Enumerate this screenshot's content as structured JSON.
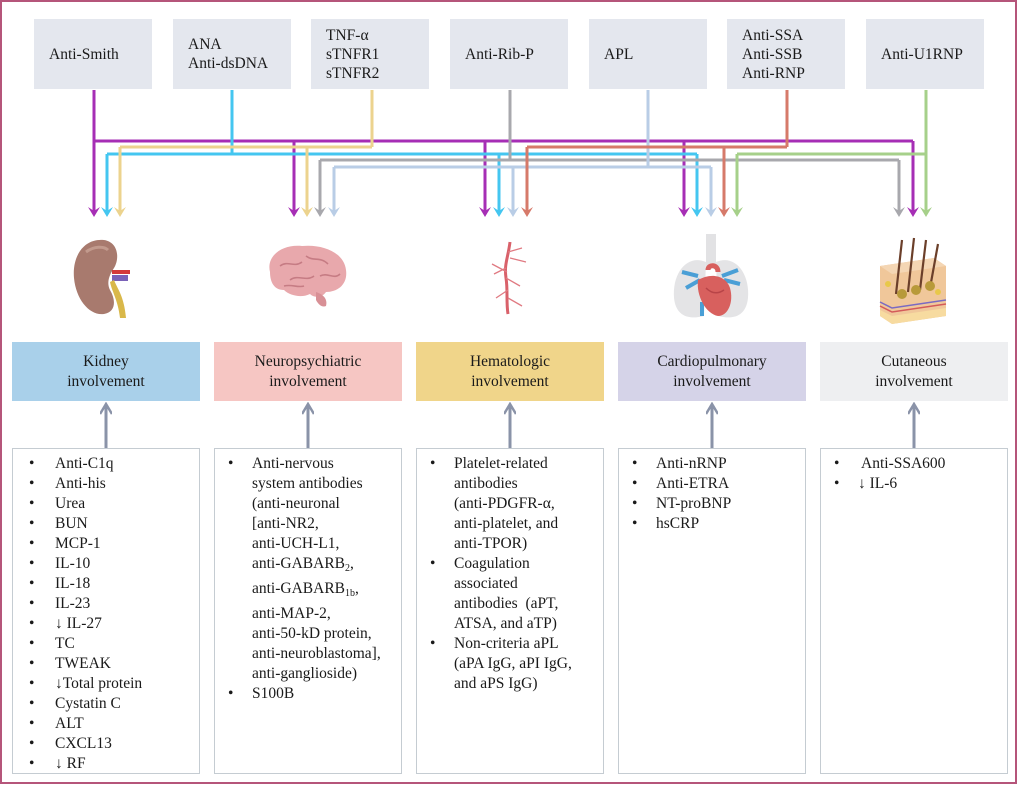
{
  "markers": [
    {
      "id": "anti-smith",
      "lines": [
        "Anti-Smith"
      ],
      "color": "#a62eb5"
    },
    {
      "id": "ana",
      "lines": [
        "ANA",
        "Anti-dsDNA"
      ],
      "color": "#44c6f0"
    },
    {
      "id": "tnf",
      "lines": [
        "TNF-α",
        "sTNFR1",
        "sTNFR2"
      ],
      "color": "#ecd38e"
    },
    {
      "id": "anti-rib-p",
      "lines": [
        "Anti-Rib-P"
      ],
      "color": "#a8a8ad"
    },
    {
      "id": "apl",
      "lines": [
        "APL"
      ],
      "color": "#b9cde6"
    },
    {
      "id": "anti-ssa",
      "lines": [
        "Anti-SSA",
        "Anti-SSB",
        "Anti-RNP"
      ],
      "color": "#d67a6a"
    },
    {
      "id": "anti-u1rnp",
      "lines": [
        "Anti-U1RNP"
      ],
      "color": "#a6d08a"
    }
  ],
  "categories": [
    {
      "id": "kidney",
      "line1": "Kidney",
      "line2": "involvement",
      "color": "#a9d0ea",
      "icon": "kidney-icon"
    },
    {
      "id": "neuro",
      "line1": "Neuropsychiatric",
      "line2": "involvement",
      "color": "#f6c6c3",
      "icon": "brain-icon"
    },
    {
      "id": "hemato",
      "line1": "Hematologic",
      "line2": "involvement",
      "color": "#f0d58a",
      "icon": "blood-vessel-icon"
    },
    {
      "id": "cardio",
      "line1": "Cardiopulmonary",
      "line2": "involvement",
      "color": "#d5d3e8",
      "icon": "heart-lungs-icon"
    },
    {
      "id": "cutaneous",
      "line1": "Cutaneous",
      "line2": "involvement",
      "color": "#eeeff1",
      "icon": "skin-icon"
    }
  ],
  "lists": {
    "kidney": [
      "Anti-C1q",
      "Anti-his",
      "Urea",
      "BUN",
      "MCP-1",
      "IL-10",
      "IL-18",
      "IL-23",
      "↓ IL-27",
      "TC",
      "TWEAK",
      "↓Total protein",
      "Cystatin C",
      "ALT",
      "CXCL13",
      "↓ RF"
    ],
    "neuro": {
      "item1_lines": [
        "Anti-nervous",
        "system antibodies",
        "(anti-neuronal",
        "[anti-NR2,",
        "anti-UCH-L1,"
      ],
      "gabarb2_prefix": "anti-GABARB",
      "gabarb2_sub": "2",
      "gabarb2_suffix": ",",
      "gabarb1b_prefix": "anti-GABARB",
      "gabarb1b_sub": "1b",
      "gabarb1b_suffix": ",",
      "item1_rest": [
        "anti-MAP-2,",
        "anti-50-kD protein,",
        "anti-neuroblastoma],",
        "anti-ganglioside)"
      ],
      "item2": "S100B"
    },
    "hemato": [
      [
        "Platelet-related",
        "antibodies",
        "(anti-PDGFR-α,",
        "anti-platelet, and",
        "anti-TPOR)"
      ],
      [
        "Coagulation",
        "associated",
        "antibodies  (aPT,",
        "ATSA, and aTP)"
      ],
      [
        "Non-criteria aPL",
        "(aPA IgG, aPI IgG,",
        "and aPS IgG)"
      ]
    ],
    "cardio": [
      "Anti-nRNP",
      "Anti-ETRA",
      "NT-proBNP",
      "hsCRP"
    ],
    "cutaneous": [
      " Anti-SSA600",
      "↓ IL-6"
    ]
  },
  "bullet": "•",
  "connections": {
    "anti-smith": [
      "kidney",
      "neuro",
      "hemato",
      "cardio",
      "cutaneous"
    ],
    "ana": [
      "kidney",
      "hemato",
      "cardio"
    ],
    "tnf": [
      "kidney",
      "neuro"
    ],
    "anti-rib-p": [
      "neuro",
      "cutaneous"
    ],
    "apl": [
      "neuro",
      "hemato",
      "cardio"
    ],
    "anti-ssa": [
      "hemato",
      "cardio"
    ],
    "anti-u1rnp": [
      "cardio",
      "cutaneous"
    ]
  },
  "arrow_color_up": "#8a93a8"
}
